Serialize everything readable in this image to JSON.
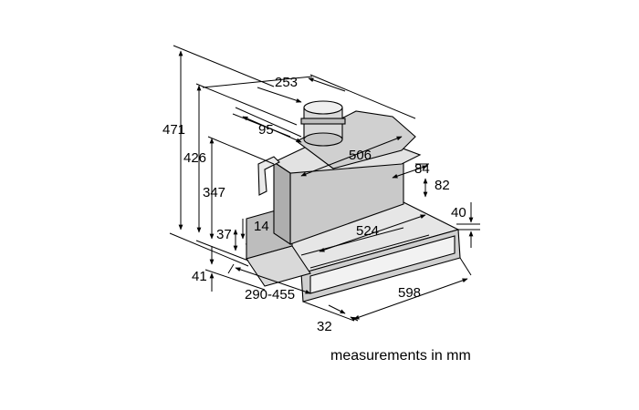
{
  "dimensions": {
    "total_height": "471",
    "height_426": "426",
    "height_347": "347",
    "height_37": "37",
    "height_41": "41",
    "height_14": "14",
    "width_253": "253",
    "offset_95": "95",
    "depth_506": "506",
    "depth_84": "84",
    "height_82": "82",
    "height_40": "40",
    "depth_524": "524",
    "range_290_455": "290-455",
    "width_598": "598",
    "depth_32": "32"
  },
  "caption": "measurements in mm",
  "colors": {
    "line": "#000000",
    "body_fill": "#d6d6d6",
    "body_shade": "#bdbdbd",
    "front_panel": "#e6e6e6"
  }
}
